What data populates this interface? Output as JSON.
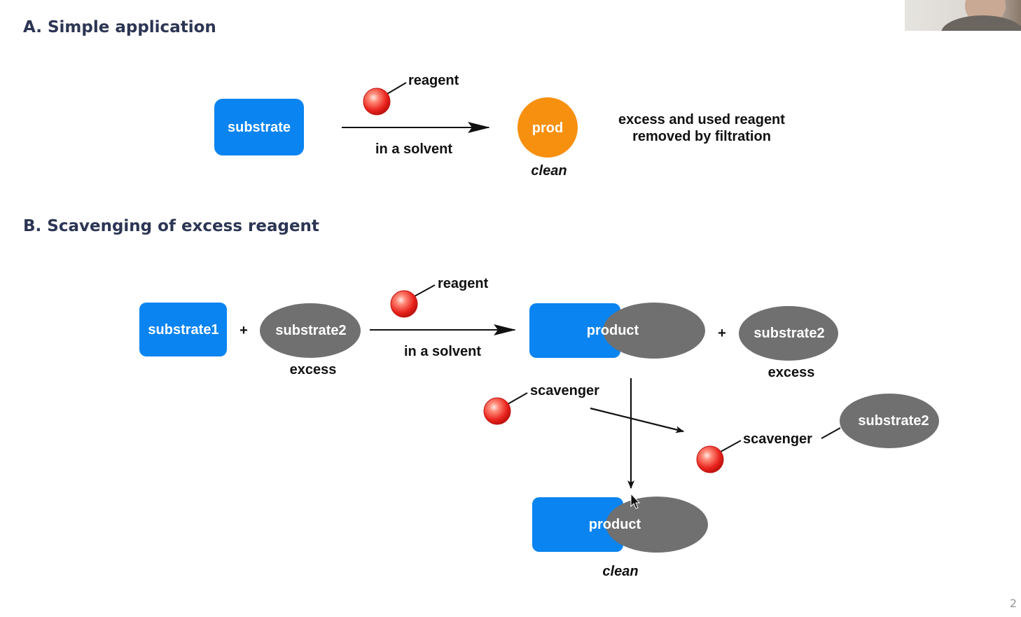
{
  "section_a": {
    "heading": "A. Simple application",
    "substrate": "substrate",
    "reagent": "reagent",
    "condition": "in a solvent",
    "product": "prod",
    "product_note": "clean",
    "note_line1": "excess and used reagent",
    "note_line2": "removed by filtration"
  },
  "section_b": {
    "heading": "B. Scavenging of excess reagent",
    "substrate1": "substrate1",
    "plus": "+",
    "substrate2": "substrate2",
    "excess": "excess",
    "reagent": "reagent",
    "condition": "in a solvent",
    "product": "product",
    "scavenger": "scavenger",
    "product_note": "clean"
  },
  "page_number": "2",
  "colors": {
    "blue": "#0a84f0",
    "orange": "#f7900f",
    "gray": "#707070",
    "bead_red": "#e8221c",
    "heading": "#2c3553"
  }
}
